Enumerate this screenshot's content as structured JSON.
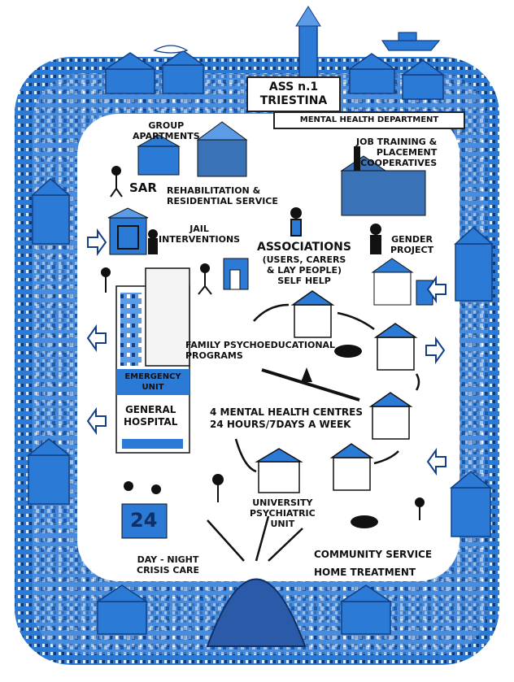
{
  "header": {
    "title_line1": "ASS n.1",
    "title_line2": "TRIESTINA",
    "department": "MENTAL HEALTH DEPARTMENT"
  },
  "labels": {
    "group_apartments": [
      "GROUP",
      "APARTMENTS"
    ],
    "job_training": [
      "JOB TRAINING &",
      "PLACEMENT",
      "COOPERATIVES"
    ],
    "sar": "SAR",
    "rehab": [
      "REHABILITATION &",
      "RESIDENTIAL SERVICE"
    ],
    "jail": [
      "JAIL",
      "INTERVENTIONS"
    ],
    "associations": [
      "ASSOCIATIONS",
      "(USERS, CARERS",
      "& LAY PEOPLE)",
      "SELF HELP"
    ],
    "gender": [
      "GENDER",
      "PROJECT"
    ],
    "family": [
      "FAMILY PSYCHOEDUCATIONAL",
      "PROGRAMS"
    ],
    "emergency": [
      "EMERGENCY",
      "UNIT"
    ],
    "general_hospital": [
      "GENERAL",
      "HOSPITAL"
    ],
    "mental_health_centres": [
      "4 MENTAL HEALTH CENTRES",
      "24 HOURS/7DAYS A WEEK"
    ],
    "university": [
      "UNIVERSITY",
      "PSYCHIATRIC",
      "UNIT"
    ],
    "day_night": [
      "DAY - NIGHT",
      "CRISIS CARE"
    ],
    "community": "COMMUNITY SERVICE",
    "home_treatment": "HOME TREATMENT",
    "crisis_number": "24"
  },
  "colors": {
    "frame": "#2a7ad6",
    "frame_dark": "#1a4f9a",
    "building": "#3a72b8",
    "ink": "#111111"
  }
}
